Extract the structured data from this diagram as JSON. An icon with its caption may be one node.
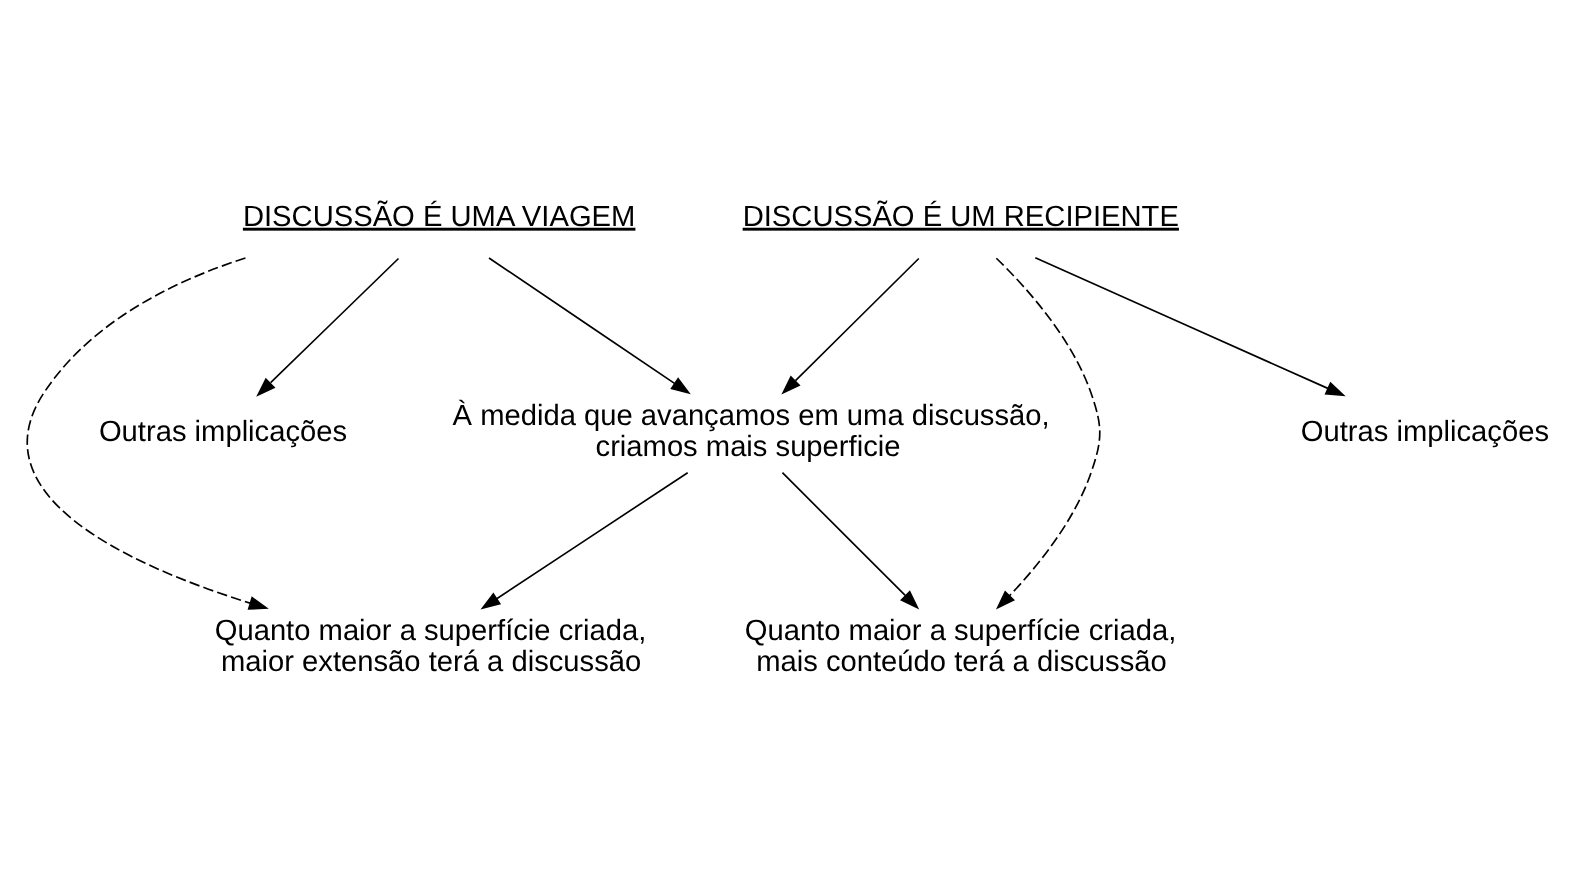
{
  "diagram": {
    "nodes": [
      {
        "text": [
          "DISCUSSÃO É UMA VIAGEM"
        ]
      },
      {
        "text": [
          "DISCUSSÃO É UM RECIPIENTE"
        ]
      },
      {
        "text": [
          "Outras implicações"
        ]
      },
      {
        "text": [
          "À medida que avançamos em uma discussão, criamos mais superficie"
        ]
      },
      {
        "text": [
          "Outras implicações"
        ]
      },
      {
        "text": [
          "Quanto maior a superfície criada, maior extensão terá a discussão"
        ]
      },
      {
        "text": [
          "Quanto maior a superfície criada, mais conteúdo terá a discussão"
        ]
      }
    ],
    "edges": [
      {
        "from": 0,
        "to": 2,
        "arrow": "to"
      },
      {
        "from": 0,
        "to": 5,
        "arrow": "to",
        "style": "dashed"
      },
      {
        "from": 0,
        "to": 3,
        "arrow": "to"
      },
      {
        "from": 1,
        "to": 3,
        "arrow": "to"
      },
      {
        "from": 1,
        "to": 6,
        "arrow": "to",
        "style": "dashed"
      },
      {
        "from": 1,
        "to": 4,
        "arrow": "to"
      },
      {
        "from": 3,
        "to": 5,
        "arrow": "to"
      },
      {
        "from": 3,
        "to": 6,
        "arrow": "to"
      }
    ]
  }
}
